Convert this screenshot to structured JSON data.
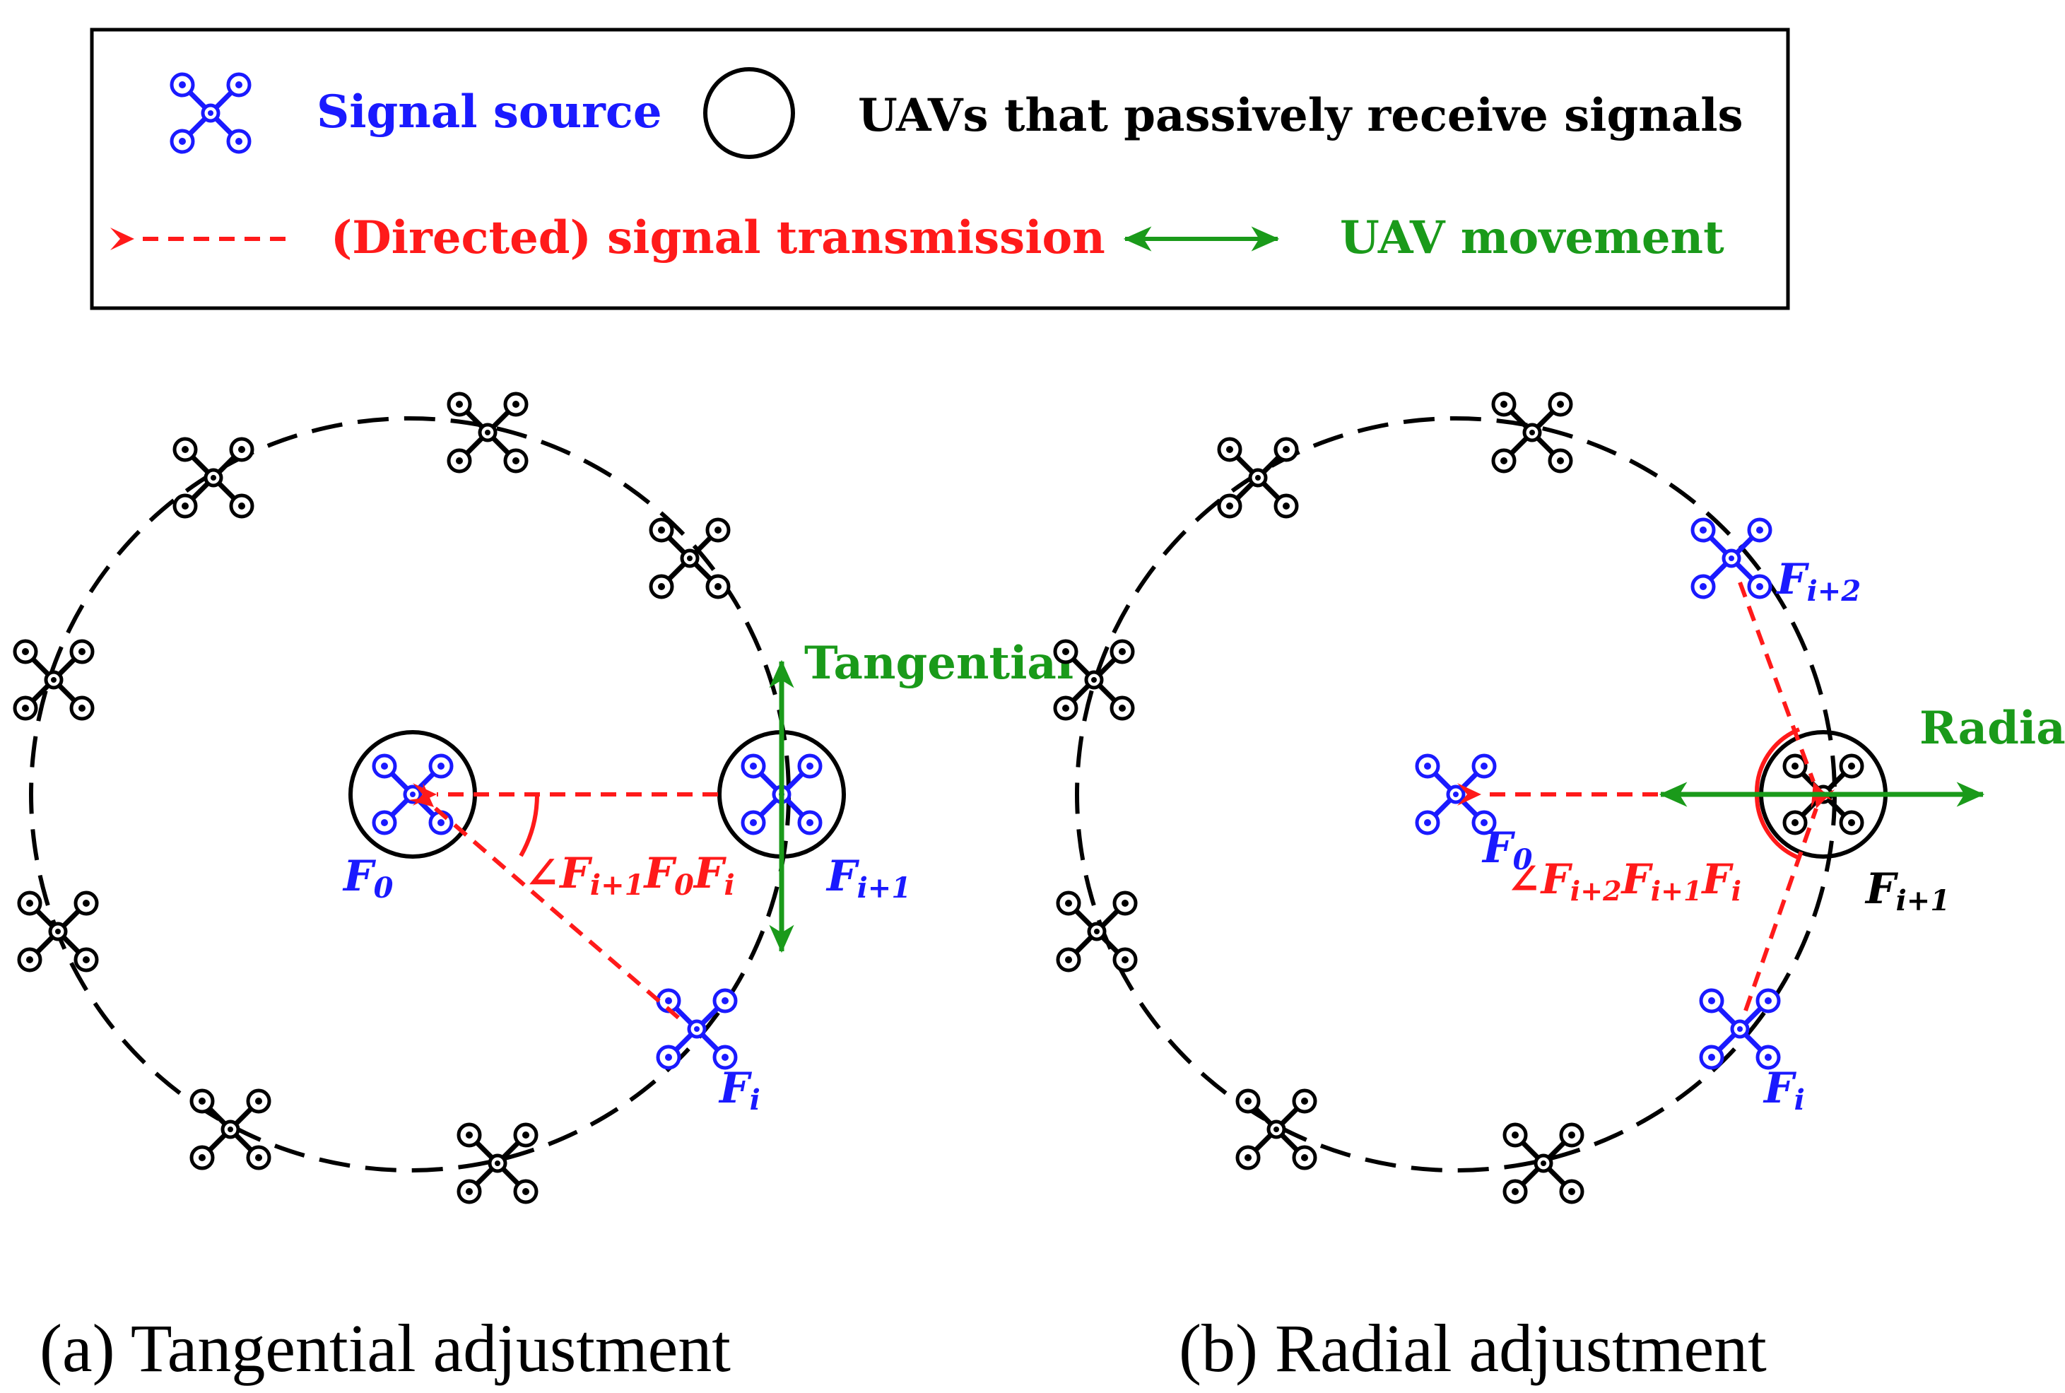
{
  "legend": {
    "signal_source": "Signal source",
    "passive_uavs": "UAVs that passively receive signals",
    "transmission_paren": "(Directed)",
    "transmission_rest": "signal transmission",
    "movement": "UAV movement"
  },
  "panel_a": {
    "caption": "(a) Tangential adjustment",
    "movement_label": "Tangential",
    "labels": {
      "f0": "F",
      "f0_sub": "0",
      "fi1": "F",
      "fi1_sub": "i+1",
      "fi": "F",
      "fi_sub": "i",
      "angle_sym": "∠",
      "angle_a": "F",
      "angle_a_sub": "i+1",
      "angle_b": "F",
      "angle_b_sub": "0",
      "angle_c": "F",
      "angle_c_sub": "i"
    }
  },
  "panel_b": {
    "caption": "(b) Radial adjustment",
    "movement_label": "Radial",
    "labels": {
      "f0": "F",
      "f0_sub": "0",
      "fi2": "F",
      "fi2_sub": "i+2",
      "fi1": "F",
      "fi1_sub": "i+1",
      "fi": "F",
      "fi_sub": "i",
      "angle_sym": "∠",
      "angle_a": "F",
      "angle_a_sub": "i+2",
      "angle_b": "F",
      "angle_b_sub": "i+1",
      "angle_c": "F",
      "angle_c_sub": "i"
    }
  },
  "colors": {
    "source": "#1a1aff",
    "passive": "#000000",
    "transmission": "#ff1a1a",
    "movement": "#1a9a1a"
  },
  "icons": {
    "source": "quadcopter-icon",
    "passive": "quadcopter-icon",
    "receiver_ring": "circle-icon"
  }
}
